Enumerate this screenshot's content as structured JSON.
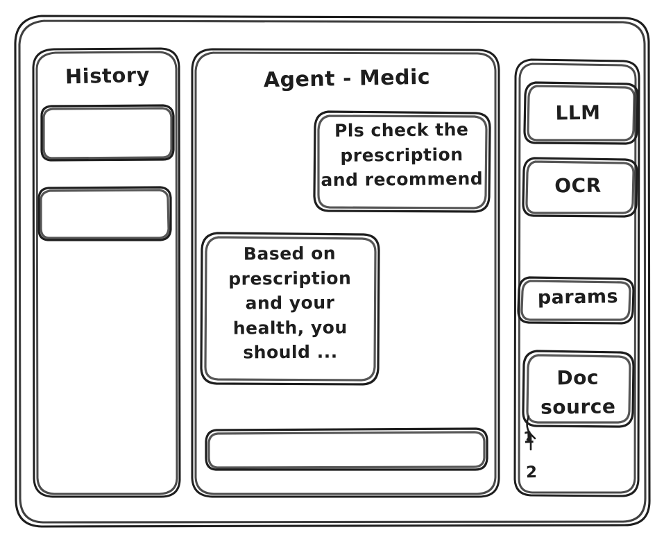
{
  "app": {
    "style": "hand-drawn-wireframe",
    "stroke_color": "#1e1e1e",
    "background_color": "#ffffff"
  },
  "sidebar_left": {
    "title": "History",
    "items": [
      {
        "label": ""
      },
      {
        "label": ""
      }
    ]
  },
  "main": {
    "title": "Agent - Medic",
    "messages": [
      {
        "role": "user",
        "text": "Pls check the\nprescription\nand recommend"
      },
      {
        "role": "assistant",
        "text": "Based on\nprescription\nand your\nhealth, you\nshould ..."
      }
    ],
    "composer": {
      "value": "",
      "placeholder": ""
    }
  },
  "sidebar_right": {
    "tools": [
      {
        "label": "LLM"
      },
      {
        "label": "OCR"
      },
      {
        "label": "params"
      },
      {
        "label": "Doc\nsource"
      }
    ],
    "doc_items": [
      {
        "label": "1"
      },
      {
        "label": "2"
      }
    ]
  }
}
